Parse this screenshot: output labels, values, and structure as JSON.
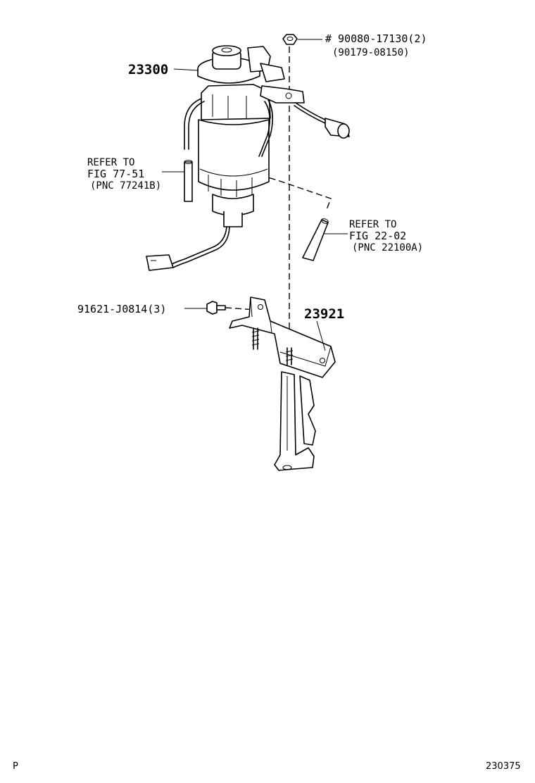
{
  "diagram": {
    "callouts": {
      "filter_assembly": "23300",
      "nut_line1": "# 90080-17130(2)",
      "nut_line2": "(90179-08150)",
      "refer_left_1": "REFER TO",
      "refer_left_2": "FIG 77-51",
      "refer_left_3": "(PNC 77241B)",
      "refer_right_1": "REFER TO",
      "refer_right_2": "FIG 22-02",
      "refer_right_3": "(PNC 22100A)",
      "bolt": "91621-J0814(3)",
      "bracket": "23921"
    },
    "footer": {
      "left_code": "P",
      "right_code": "230375"
    }
  }
}
